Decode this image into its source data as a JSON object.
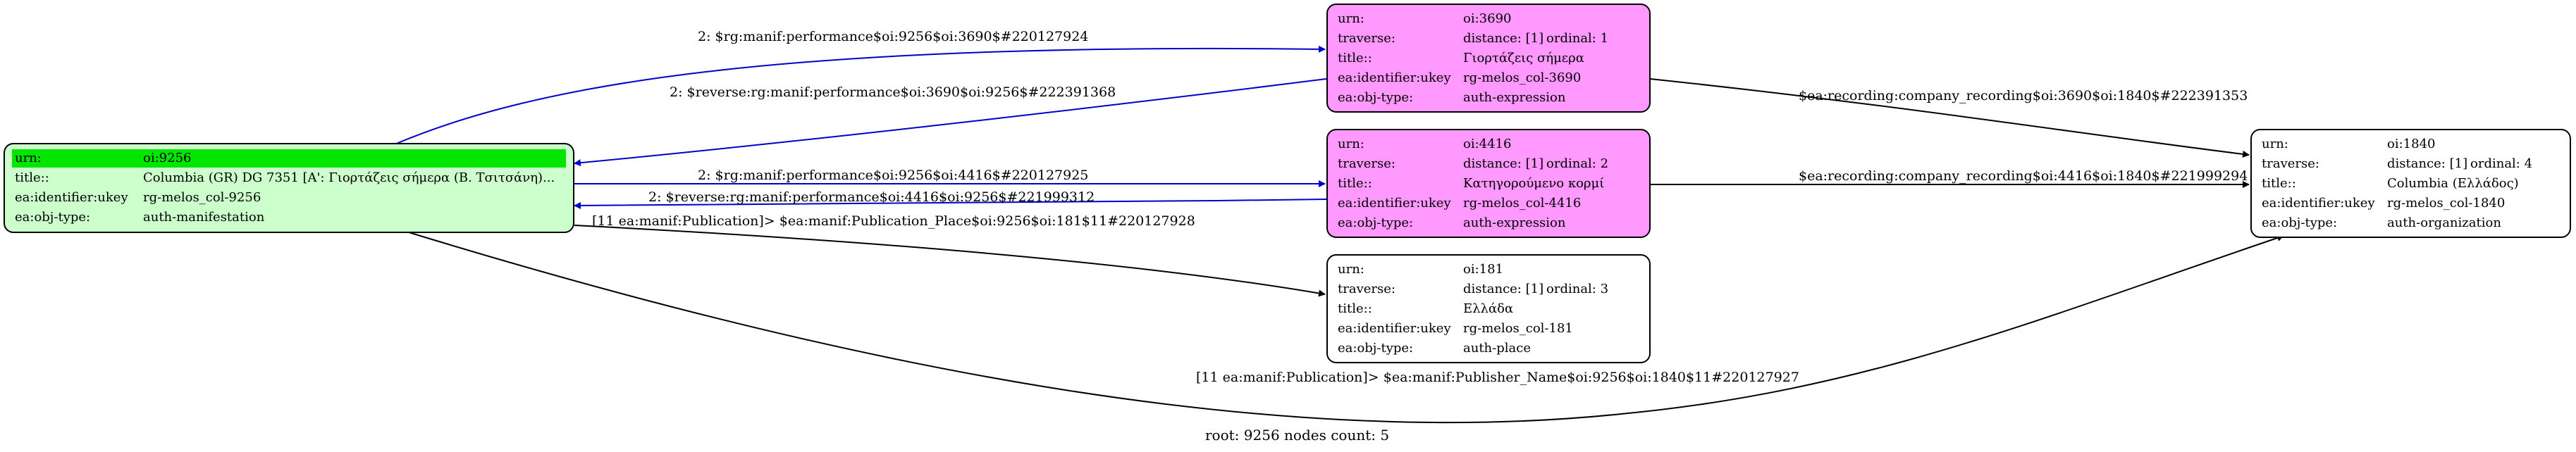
{
  "colors": {
    "root_fill": "#ccffcc",
    "root_highlight": "#00e600",
    "expression_fill": "#ff99ff",
    "blue_edge": "#0000cc"
  },
  "nodes": {
    "root": {
      "urn_key": "urn:",
      "urn": "oi:9256",
      "title_key": "title::",
      "title": "Columbia (GR) DG 7351 [A': Γιορτάζεις σήμερα (Β. Τσιτσάνη)...",
      "ukey_key": "ea:identifier:ukey",
      "ukey": "rg-melos_col-9256",
      "type_key": "ea:obj-type:",
      "type": "auth-manifestation"
    },
    "n3690": {
      "urn_key": "urn:",
      "urn": "oi:3690",
      "traverse_key": "traverse:",
      "distance": "distance: [1]",
      "ordinal": "ordinal: 1",
      "title_key": "title::",
      "title": "Γιορτάζεις σήμερα",
      "ukey_key": "ea:identifier:ukey",
      "ukey": "rg-melos_col-3690",
      "type_key": "ea:obj-type:",
      "type": "auth-expression"
    },
    "n4416": {
      "urn_key": "urn:",
      "urn": "oi:4416",
      "traverse_key": "traverse:",
      "distance": "distance: [1]",
      "ordinal": "ordinal: 2",
      "title_key": "title::",
      "title": "Κατηγορούμενο κορμί",
      "ukey_key": "ea:identifier:ukey",
      "ukey": "rg-melos_col-4416",
      "type_key": "ea:obj-type:",
      "type": "auth-expression"
    },
    "n181": {
      "urn_key": "urn:",
      "urn": "oi:181",
      "traverse_key": "traverse:",
      "distance": "distance: [1]",
      "ordinal": "ordinal: 3",
      "title_key": "title::",
      "title": "Ελλάδα",
      "ukey_key": "ea:identifier:ukey",
      "ukey": "rg-melos_col-181",
      "type_key": "ea:obj-type:",
      "type": "auth-place"
    },
    "n1840": {
      "urn_key": "urn:",
      "urn": "oi:1840",
      "traverse_key": "traverse:",
      "distance": "distance: [1]",
      "ordinal": "ordinal: 4",
      "title_key": "title::",
      "title": "Columbia (Ελλάδος)",
      "ukey_key": "ea:identifier:ukey",
      "ukey": "rg-melos_col-1840",
      "type_key": "ea:obj-type:",
      "type": "auth-organization"
    }
  },
  "edges": {
    "e1": "2: $rg:manif:performance$oi:9256$oi:3690$#220127924",
    "e2": "2: $reverse:rg:manif:performance$oi:3690$oi:9256$#222391368",
    "e3": "2: $rg:manif:performance$oi:9256$oi:4416$#220127925",
    "e4": "2: $reverse:rg:manif:performance$oi:4416$oi:9256$#221999312",
    "e5": "[11 ea:manif:Publication]> $ea:manif:Publication_Place$oi:9256$oi:181$11#220127928",
    "e6": "[11 ea:manif:Publication]> $ea:manif:Publisher_Name$oi:9256$oi:1840$11#220127927",
    "e7": "$ea:recording:company_recording$oi:3690$oi:1840$#222391353",
    "e8": "$ea:recording:company_recording$oi:4416$oi:1840$#221999294"
  },
  "footer": "root: 9256 nodes count: 5"
}
